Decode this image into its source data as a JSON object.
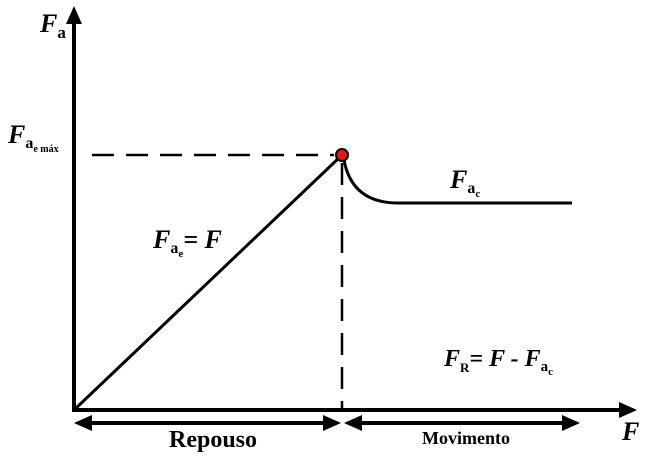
{
  "axes": {
    "y_symbol": "F",
    "y_subscript": "a",
    "x_symbol": "F"
  },
  "labels": {
    "max_static": {
      "symbol": "F",
      "subscript": "a",
      "subsubscript": "e máx"
    },
    "kinetic": {
      "symbol": "F",
      "subscript": "a",
      "subsubscript": "c"
    },
    "static_eq": {
      "symbol": "F",
      "subscript": "a",
      "subsubscript": "e",
      "rhs": "= F"
    },
    "resultant_eq": {
      "symbol": "F",
      "subscript": "R",
      "mid": "= F - ",
      "symbol2": "F",
      "subscript2": "a",
      "subsubscript2": "c"
    }
  },
  "regions": {
    "rest": "Repouso",
    "motion": "Movimento"
  },
  "colors": {
    "line": "#000000",
    "peak_point": "#e8141c"
  }
}
